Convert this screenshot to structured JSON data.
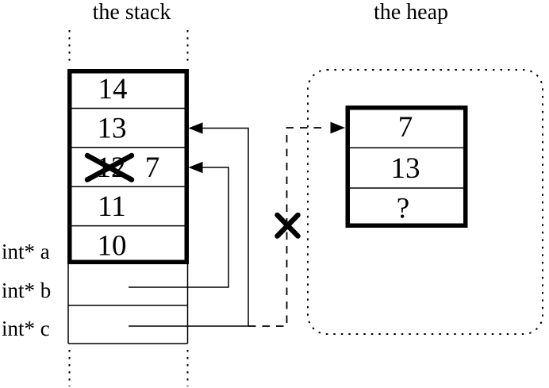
{
  "titles": {
    "stack": "the stack",
    "heap": "the heap"
  },
  "stack_frame": {
    "cells": [
      "14",
      "13",
      "12",
      "11",
      "10"
    ],
    "crossed_out_cell_index": 2,
    "new_value": "7"
  },
  "heap_block": {
    "cells": [
      "7",
      "13",
      "?"
    ]
  },
  "pointer_labels": {
    "a": "int* a",
    "b": "int* b",
    "c": "int* c"
  },
  "icons": {
    "cross_out": "x-cross",
    "invalid_pointer": "x-cross"
  },
  "colors": {
    "ink": "#000000",
    "background": "#ffffff"
  }
}
